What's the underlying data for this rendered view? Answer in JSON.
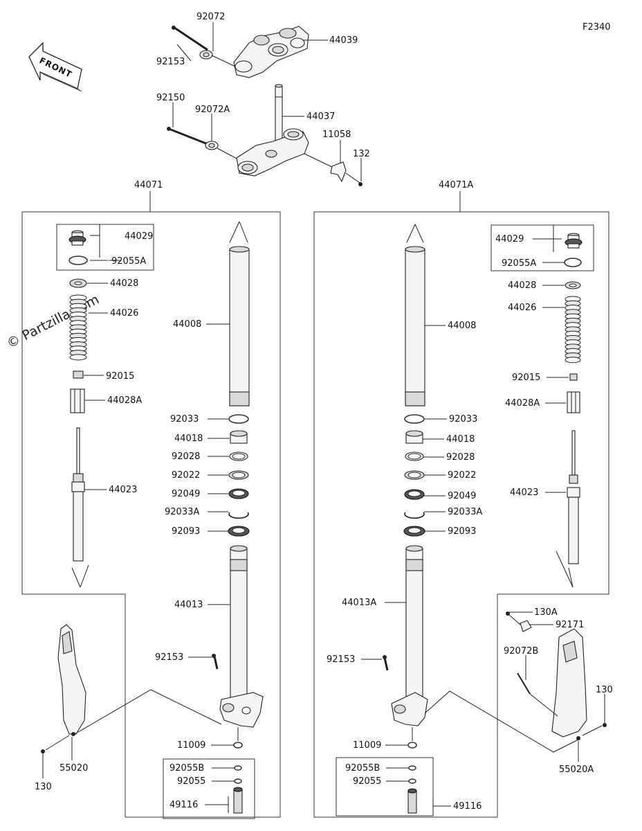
{
  "diagram": {
    "figure_code": "F2340",
    "front_label": "FRONT",
    "watermark": "© Partzilla.com"
  },
  "callouts": {
    "top": {
      "c92072": "92072",
      "c92153": "92153",
      "c44039": "44039",
      "c92150": "92150",
      "c92072A": "92072A",
      "c44037": "44037",
      "c11058": "11058",
      "c132": "132"
    },
    "assembly_left": "44071",
    "assembly_right": "44071A",
    "left": {
      "c44029": "44029",
      "c92055A": "92055A",
      "c44028": "44028",
      "c44026": "44026",
      "c92015": "92015",
      "c44028A": "44028A",
      "c44023": "44023",
      "c44008": "44008",
      "c92033": "92033",
      "c44018": "44018",
      "c92028": "92028",
      "c92022": "92022",
      "c92049": "92049",
      "c92033A": "92033A",
      "c92093": "92093",
      "c44013": "44013",
      "c92153": "92153",
      "c11009": "11009",
      "c92055B": "92055B",
      "c92055": "92055",
      "c49116": "49116",
      "c55020": "55020",
      "c130": "130"
    },
    "right": {
      "c44029": "44029",
      "c92055A": "92055A",
      "c44028": "44028",
      "c44026": "44026",
      "c92015": "92015",
      "c44028A": "44028A",
      "c44023": "44023",
      "c44008": "44008",
      "c92033": "92033",
      "c44018": "44018",
      "c92028": "92028",
      "c92022": "92022",
      "c92049": "92049",
      "c92033A": "92033A",
      "c92093": "92093",
      "c44013A": "44013A",
      "c92153": "92153",
      "c11009": "11009",
      "c92055B": "92055B",
      "c92055": "92055",
      "c49116": "49116",
      "c130A": "130A",
      "c92171": "92171",
      "c92072B": "92072B",
      "c130": "130",
      "c55020A": "55020A"
    }
  }
}
